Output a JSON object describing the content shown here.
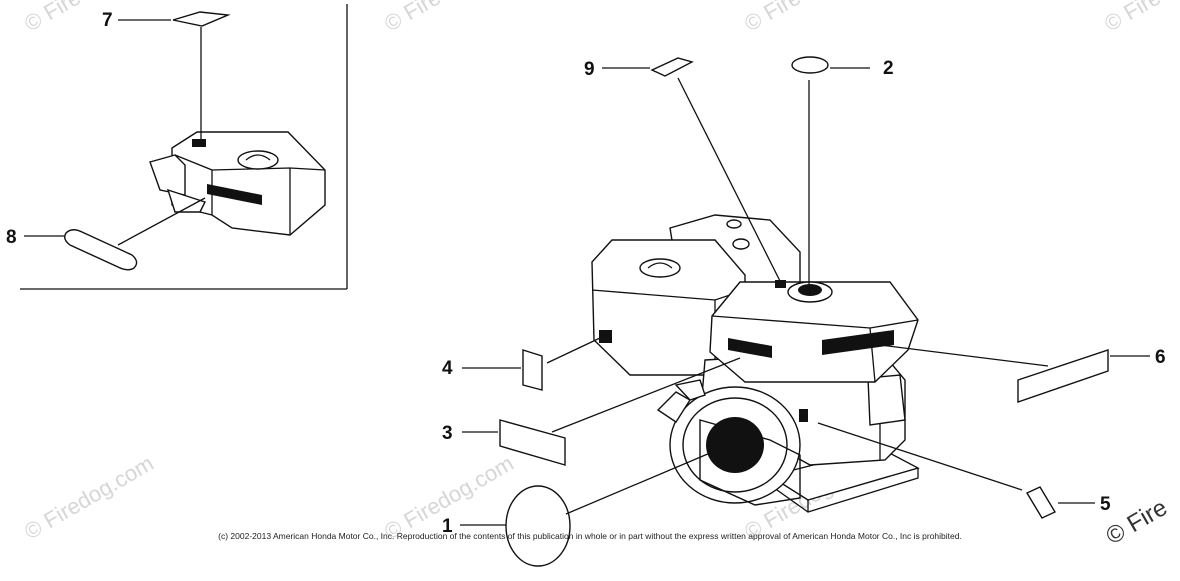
{
  "watermark": {
    "symbol": "©",
    "text": "Firedog.com",
    "partial_text": "Fire"
  },
  "callouts": [
    {
      "id": "callout-1",
      "label": "1"
    },
    {
      "id": "callout-2",
      "label": "2"
    },
    {
      "id": "callout-3",
      "label": "3"
    },
    {
      "id": "callout-4",
      "label": "4"
    },
    {
      "id": "callout-5",
      "label": "5"
    },
    {
      "id": "callout-6",
      "label": "6"
    },
    {
      "id": "callout-7",
      "label": "7"
    },
    {
      "id": "callout-8",
      "label": "8"
    },
    {
      "id": "callout-9",
      "label": "9"
    }
  ],
  "copyright": "(c) 2002-2013 American Honda Motor Co., Inc. Reproduction of the contents of this publication in whole or in part without the express written approval of American Honda Motor Co., Inc is prohibited."
}
